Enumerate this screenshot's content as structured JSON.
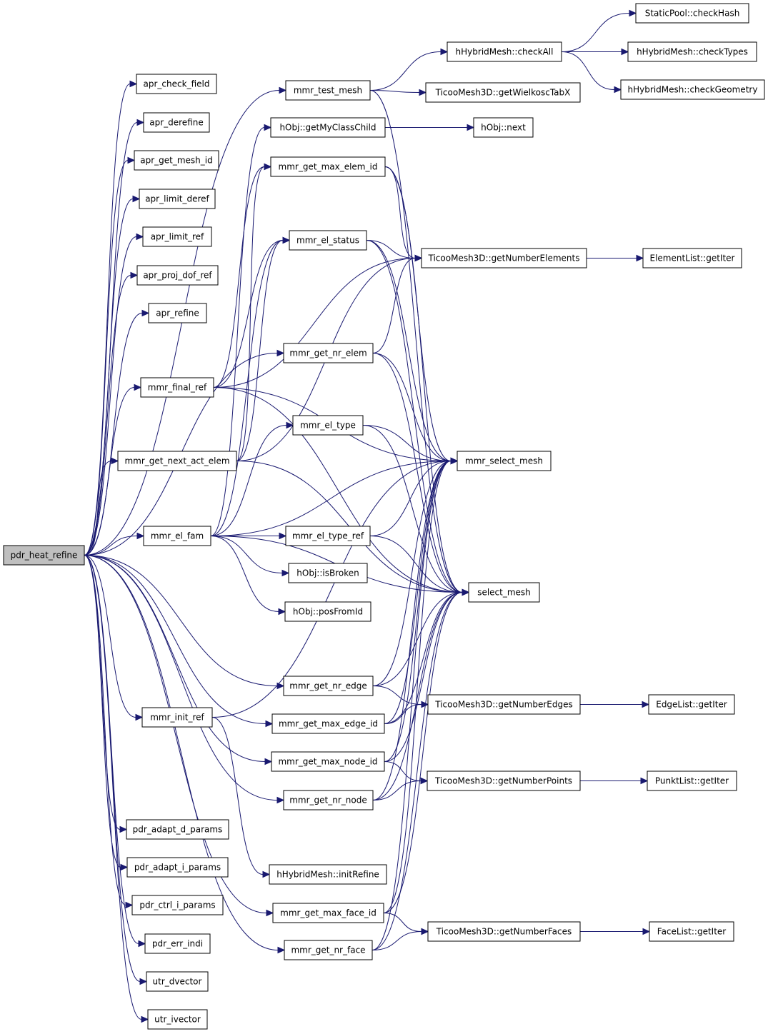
{
  "diagram": {
    "title": "",
    "colors": {
      "edge": "#191970",
      "root_fill": "#bfbfbf",
      "node_fill": "#ffffff",
      "node_border": "#000000"
    },
    "nodes": [
      {
        "id": "pdr_heat_refine",
        "label": "pdr_heat_refine",
        "root": true
      },
      {
        "id": "apr_check_field",
        "label": "apr_check_field"
      },
      {
        "id": "apr_derefine",
        "label": "apr_derefine"
      },
      {
        "id": "apr_get_mesh_id",
        "label": "apr_get_mesh_id"
      },
      {
        "id": "apr_limit_deref",
        "label": "apr_limit_deref"
      },
      {
        "id": "apr_limit_ref",
        "label": "apr_limit_ref"
      },
      {
        "id": "apr_proj_dof_ref",
        "label": "apr_proj_dof_ref"
      },
      {
        "id": "apr_refine",
        "label": "apr_refine"
      },
      {
        "id": "mmr_final_ref",
        "label": "mmr_final_ref"
      },
      {
        "id": "mmr_get_next_act_elem",
        "label": "mmr_get_next_act_elem"
      },
      {
        "id": "mmr_el_fam",
        "label": "mmr_el_fam"
      },
      {
        "id": "mmr_init_ref",
        "label": "mmr_init_ref"
      },
      {
        "id": "pdr_adapt_d_params",
        "label": "pdr_adapt_d_params"
      },
      {
        "id": "pdr_adapt_i_params",
        "label": "pdr_adapt_i_params"
      },
      {
        "id": "pdr_ctrl_i_params",
        "label": "pdr_ctrl_i_params"
      },
      {
        "id": "pdr_err_indi",
        "label": "pdr_err_indi"
      },
      {
        "id": "utr_dvector",
        "label": "utr_dvector"
      },
      {
        "id": "utr_ivector",
        "label": "utr_ivector"
      },
      {
        "id": "mmr_test_mesh",
        "label": "mmr_test_mesh"
      },
      {
        "id": "hObj_getMyClassChild",
        "label": "hObj::getMyClassChild"
      },
      {
        "id": "mmr_get_max_elem_id",
        "label": "mmr_get_max_elem_id"
      },
      {
        "id": "mmr_el_status",
        "label": "mmr_el_status"
      },
      {
        "id": "mmr_get_nr_elem",
        "label": "mmr_get_nr_elem"
      },
      {
        "id": "mmr_el_type",
        "label": "mmr_el_type"
      },
      {
        "id": "mmr_el_type_ref",
        "label": "mmr_el_type_ref"
      },
      {
        "id": "hObj_isBroken",
        "label": "hObj::isBroken"
      },
      {
        "id": "hObj_posFromId",
        "label": "hObj::posFromId"
      },
      {
        "id": "mmr_get_nr_edge",
        "label": "mmr_get_nr_edge"
      },
      {
        "id": "mmr_get_max_edge_id",
        "label": "mmr_get_max_edge_id"
      },
      {
        "id": "mmr_get_max_node_id",
        "label": "mmr_get_max_node_id"
      },
      {
        "id": "mmr_get_nr_node",
        "label": "mmr_get_nr_node"
      },
      {
        "id": "hHybridMesh_initRefine",
        "label": "hHybridMesh::initRefine"
      },
      {
        "id": "mmr_get_max_face_id",
        "label": "mmr_get_max_face_id"
      },
      {
        "id": "mmr_get_nr_face",
        "label": "mmr_get_nr_face"
      },
      {
        "id": "hHybridMesh_checkAll",
        "label": "hHybridMesh::checkAll"
      },
      {
        "id": "TicooMesh3D_getWielkoscTabX",
        "label": "TicooMesh3D::getWielkoscTabX"
      },
      {
        "id": "hObj_next",
        "label": "hObj::next"
      },
      {
        "id": "TicooMesh3D_getNumberElements",
        "label": "TicooMesh3D::getNumberElements"
      },
      {
        "id": "mmr_select_mesh",
        "label": "mmr_select_mesh"
      },
      {
        "id": "select_mesh",
        "label": "select_mesh"
      },
      {
        "id": "TicooMesh3D_getNumberEdges",
        "label": "TicooMesh3D::getNumberEdges"
      },
      {
        "id": "TicooMesh3D_getNumberPoints",
        "label": "TicooMesh3D::getNumberPoints"
      },
      {
        "id": "TicooMesh3D_getNumberFaces",
        "label": "TicooMesh3D::getNumberFaces"
      },
      {
        "id": "StaticPool_checkHash",
        "label": "StaticPool::checkHash"
      },
      {
        "id": "hHybridMesh_checkTypes",
        "label": "hHybridMesh::checkTypes"
      },
      {
        "id": "hHybridMesh_checkGeometry",
        "label": "hHybridMesh::checkGeometry"
      },
      {
        "id": "ElementList_getIter",
        "label": "ElementList::getIter"
      },
      {
        "id": "EdgeList_getIter",
        "label": "EdgeList::getIter"
      },
      {
        "id": "PunktList_getIter",
        "label": "PunktList::getIter"
      },
      {
        "id": "FaceList_getIter",
        "label": "FaceList::getIter"
      }
    ],
    "edges": [
      [
        "pdr_heat_refine",
        "apr_check_field"
      ],
      [
        "pdr_heat_refine",
        "apr_derefine"
      ],
      [
        "pdr_heat_refine",
        "apr_get_mesh_id"
      ],
      [
        "pdr_heat_refine",
        "apr_limit_deref"
      ],
      [
        "pdr_heat_refine",
        "apr_limit_ref"
      ],
      [
        "pdr_heat_refine",
        "apr_proj_dof_ref"
      ],
      [
        "pdr_heat_refine",
        "apr_refine"
      ],
      [
        "pdr_heat_refine",
        "mmr_final_ref"
      ],
      [
        "pdr_heat_refine",
        "mmr_get_next_act_elem"
      ],
      [
        "pdr_heat_refine",
        "mmr_el_fam"
      ],
      [
        "pdr_heat_refine",
        "mmr_init_ref"
      ],
      [
        "pdr_heat_refine",
        "pdr_adapt_d_params"
      ],
      [
        "pdr_heat_refine",
        "pdr_adapt_i_params"
      ],
      [
        "pdr_heat_refine",
        "pdr_ctrl_i_params"
      ],
      [
        "pdr_heat_refine",
        "pdr_err_indi"
      ],
      [
        "pdr_heat_refine",
        "utr_dvector"
      ],
      [
        "pdr_heat_refine",
        "utr_ivector"
      ],
      [
        "pdr_heat_refine",
        "mmr_test_mesh"
      ],
      [
        "pdr_heat_refine",
        "mmr_get_nr_elem"
      ],
      [
        "pdr_heat_refine",
        "mmr_get_nr_edge"
      ],
      [
        "pdr_heat_refine",
        "mmr_get_max_edge_id"
      ],
      [
        "pdr_heat_refine",
        "mmr_get_max_node_id"
      ],
      [
        "pdr_heat_refine",
        "mmr_get_nr_node"
      ],
      [
        "pdr_heat_refine",
        "mmr_get_max_face_id"
      ],
      [
        "pdr_heat_refine",
        "mmr_get_nr_face"
      ],
      [
        "mmr_final_ref",
        "mmr_get_max_elem_id"
      ],
      [
        "mmr_final_ref",
        "mmr_el_status"
      ],
      [
        "mmr_final_ref",
        "TicooMesh3D_getNumberElements"
      ],
      [
        "mmr_final_ref",
        "mmr_select_mesh"
      ],
      [
        "mmr_final_ref",
        "select_mesh"
      ],
      [
        "mmr_get_next_act_elem",
        "mmr_get_max_elem_id"
      ],
      [
        "mmr_get_next_act_elem",
        "mmr_el_status"
      ],
      [
        "mmr_get_next_act_elem",
        "TicooMesh3D_getNumberElements"
      ],
      [
        "mmr_get_next_act_elem",
        "select_mesh"
      ],
      [
        "mmr_el_fam",
        "hObj_getMyClassChild"
      ],
      [
        "mmr_el_fam",
        "mmr_el_status"
      ],
      [
        "mmr_el_fam",
        "mmr_el_type"
      ],
      [
        "mmr_el_fam",
        "mmr_el_type_ref"
      ],
      [
        "mmr_el_fam",
        "hObj_isBroken"
      ],
      [
        "mmr_el_fam",
        "hObj_posFromId"
      ],
      [
        "mmr_el_fam",
        "mmr_select_mesh"
      ],
      [
        "mmr_el_fam",
        "select_mesh"
      ],
      [
        "mmr_init_ref",
        "hHybridMesh_initRefine"
      ],
      [
        "mmr_init_ref",
        "mmr_select_mesh"
      ],
      [
        "mmr_test_mesh",
        "hHybridMesh_checkAll"
      ],
      [
        "mmr_test_mesh",
        "TicooMesh3D_getWielkoscTabX"
      ],
      [
        "mmr_test_mesh",
        "select_mesh"
      ],
      [
        "hObj_getMyClassChild",
        "hObj_next"
      ],
      [
        "mmr_get_max_elem_id",
        "TicooMesh3D_getNumberElements"
      ],
      [
        "mmr_get_max_elem_id",
        "mmr_select_mesh"
      ],
      [
        "mmr_get_max_elem_id",
        "select_mesh"
      ],
      [
        "mmr_el_status",
        "TicooMesh3D_getNumberElements"
      ],
      [
        "mmr_el_status",
        "mmr_select_mesh"
      ],
      [
        "mmr_el_status",
        "select_mesh"
      ],
      [
        "mmr_get_nr_elem",
        "TicooMesh3D_getNumberElements"
      ],
      [
        "mmr_get_nr_elem",
        "mmr_select_mesh"
      ],
      [
        "mmr_get_nr_elem",
        "select_mesh"
      ],
      [
        "mmr_el_type",
        "mmr_select_mesh"
      ],
      [
        "mmr_el_type",
        "select_mesh"
      ],
      [
        "mmr_el_type_ref",
        "mmr_select_mesh"
      ],
      [
        "mmr_el_type_ref",
        "select_mesh"
      ],
      [
        "mmr_get_nr_edge",
        "mmr_select_mesh"
      ],
      [
        "mmr_get_nr_edge",
        "select_mesh"
      ],
      [
        "mmr_get_nr_edge",
        "TicooMesh3D_getNumberEdges"
      ],
      [
        "mmr_get_max_edge_id",
        "mmr_select_mesh"
      ],
      [
        "mmr_get_max_edge_id",
        "select_mesh"
      ],
      [
        "mmr_get_max_edge_id",
        "TicooMesh3D_getNumberEdges"
      ],
      [
        "mmr_get_max_node_id",
        "mmr_select_mesh"
      ],
      [
        "mmr_get_max_node_id",
        "select_mesh"
      ],
      [
        "mmr_get_max_node_id",
        "TicooMesh3D_getNumberPoints"
      ],
      [
        "mmr_get_nr_node",
        "mmr_select_mesh"
      ],
      [
        "mmr_get_nr_node",
        "select_mesh"
      ],
      [
        "mmr_get_nr_node",
        "TicooMesh3D_getNumberPoints"
      ],
      [
        "mmr_get_max_face_id",
        "mmr_select_mesh"
      ],
      [
        "mmr_get_max_face_id",
        "select_mesh"
      ],
      [
        "mmr_get_max_face_id",
        "TicooMesh3D_getNumberFaces"
      ],
      [
        "mmr_get_nr_face",
        "mmr_select_mesh"
      ],
      [
        "mmr_get_nr_face",
        "select_mesh"
      ],
      [
        "mmr_get_nr_face",
        "TicooMesh3D_getNumberFaces"
      ],
      [
        "hHybridMesh_checkAll",
        "StaticPool_checkHash"
      ],
      [
        "hHybridMesh_checkAll",
        "hHybridMesh_checkTypes"
      ],
      [
        "hHybridMesh_checkAll",
        "hHybridMesh_checkGeometry"
      ],
      [
        "TicooMesh3D_getNumberElements",
        "ElementList_getIter"
      ],
      [
        "TicooMesh3D_getNumberEdges",
        "EdgeList_getIter"
      ],
      [
        "TicooMesh3D_getNumberPoints",
        "PunktList_getIter"
      ],
      [
        "TicooMesh3D_getNumberFaces",
        "FaceList_getIter"
      ]
    ]
  }
}
